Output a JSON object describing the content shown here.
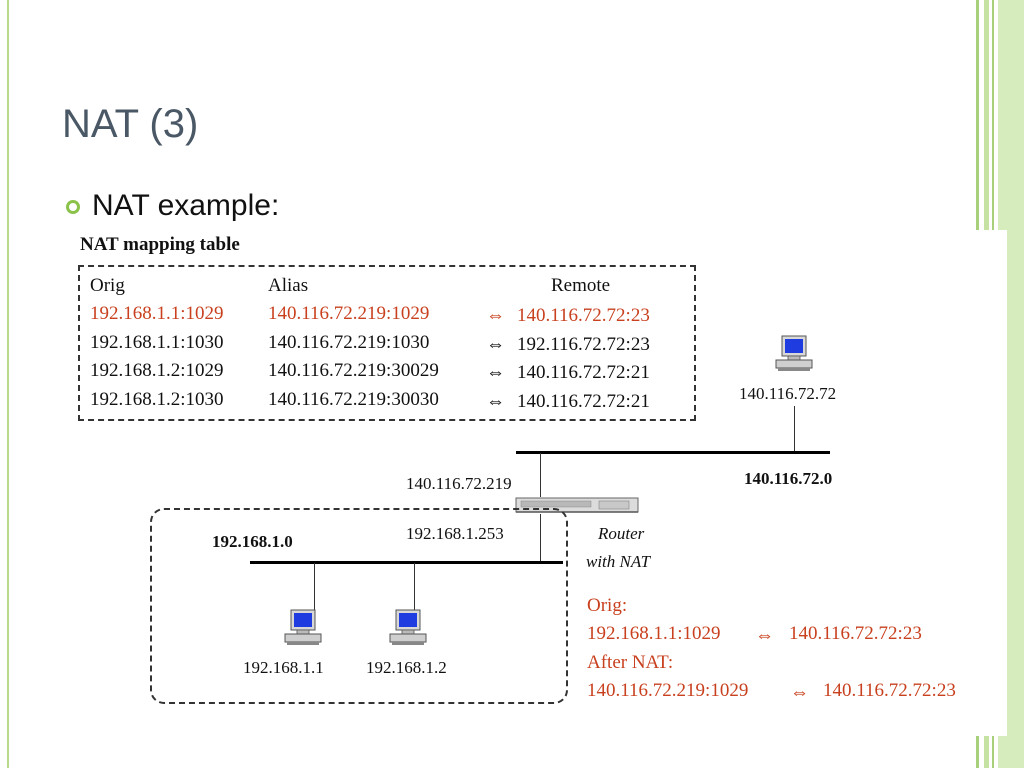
{
  "slide": {
    "title": "NAT (3)",
    "bullet": "NAT example:"
  },
  "table": {
    "title": "NAT mapping table",
    "headers": {
      "orig": "Orig",
      "alias": "Alias",
      "remote": "Remote"
    },
    "arrow": "⇔",
    "rows": [
      {
        "orig": "192.168.1.1:1029",
        "alias": "140.116.72.219:1029",
        "remote": "140.116.72.72:23",
        "highlight": true
      },
      {
        "orig": "192.168.1.1:1030",
        "alias": "140.116.72.219:1030",
        "remote": "192.116.72.72:23",
        "highlight": false
      },
      {
        "orig": "192.168.1.2:1029",
        "alias": "140.116.72.219:30029",
        "remote": "140.116.72.72:21",
        "highlight": false
      },
      {
        "orig": "192.168.1.2:1030",
        "alias": "140.116.72.219:30030",
        "remote": "140.116.72.72:21",
        "highlight": false
      }
    ]
  },
  "network": {
    "remote_host_ip": "140.116.72.72",
    "public_net": "140.116.72.0",
    "router_public_ip": "140.116.72.219",
    "router_private_ip": "192.168.1.253",
    "router_label_1": "Router",
    "router_label_2": "with NAT",
    "private_net": "192.168.1.0",
    "host1_ip": "192.168.1.1",
    "host2_ip": "192.168.1.2"
  },
  "translation": {
    "orig_label": "Orig:",
    "orig_left": "192.168.1.1:1029",
    "orig_right": "140.116.72.72:23",
    "after_label": "After NAT:",
    "after_left": "140.116.72.219:1029",
    "after_right": "140.116.72.72:23",
    "arrow": "⇔"
  },
  "colors": {
    "accent_green": "#8bc34a",
    "highlight_red": "#c8401e",
    "title_gray": "#4a5866"
  },
  "icons": [
    "computer-icon",
    "router-icon",
    "bullet-ring-icon"
  ]
}
